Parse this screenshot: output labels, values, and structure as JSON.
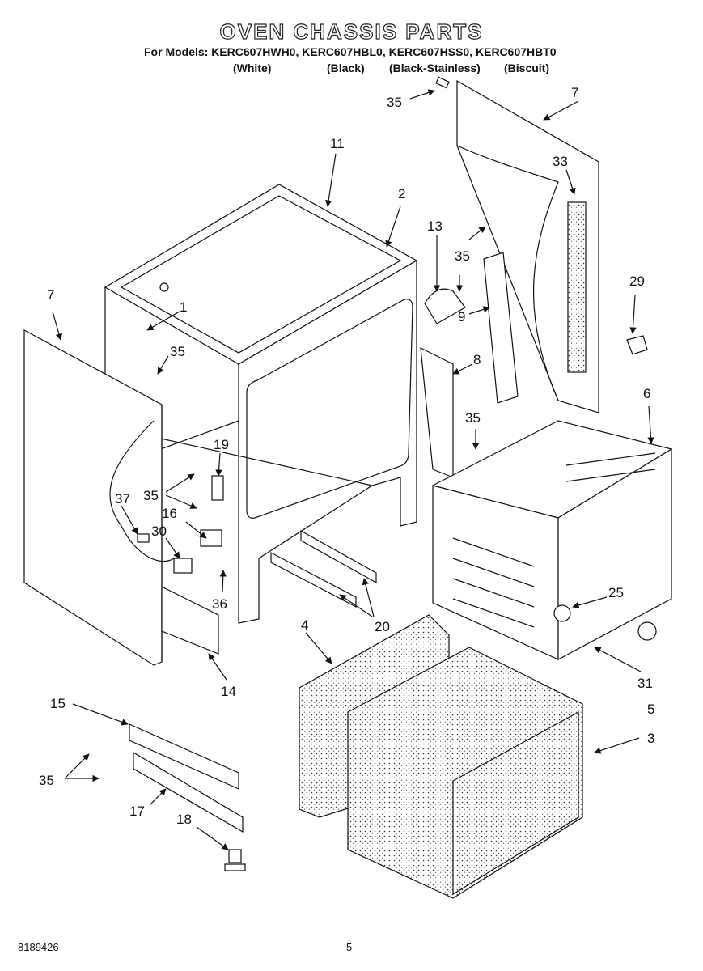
{
  "header": {
    "title": "OVEN CHASSIS PARTS",
    "models": "For Models: KERC607HWH0, KERC607HBL0, KERC607HSS0, KERC607HBT0",
    "variants": [
      "(White)",
      "(Black)",
      "(Black-Stainless)",
      "(Biscuit)"
    ]
  },
  "callouts": {
    "c1": "1",
    "c2": "2",
    "c3": "3",
    "c4": "4",
    "c5": "5",
    "c6": "6",
    "c7a": "7",
    "c7b": "7",
    "c8": "8",
    "c9": "9",
    "c11": "11",
    "c13": "13",
    "c14": "14",
    "c15": "15",
    "c16": "16",
    "c17": "17",
    "c18": "18",
    "c19": "19",
    "c20": "20",
    "c25": "25",
    "c29": "29",
    "c30": "30",
    "c31": "31",
    "c33": "33",
    "c35a": "35",
    "c35b": "35",
    "c35c": "35",
    "c35d": "35",
    "c35e": "35",
    "c35f": "35",
    "c36": "36",
    "c37": "37"
  },
  "footer": {
    "doc_number": "8189426",
    "page_number": "5"
  }
}
